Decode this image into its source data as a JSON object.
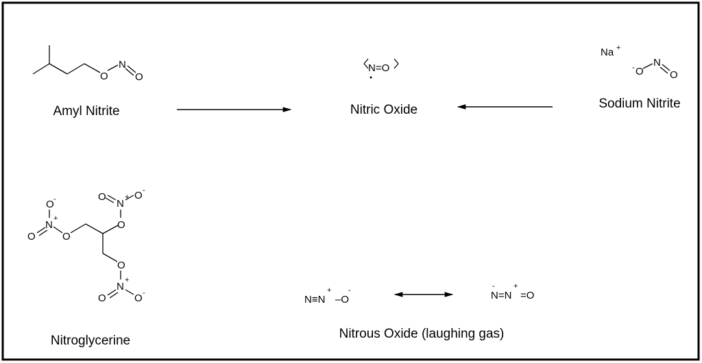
{
  "labels": {
    "amyl_nitrite": "Amyl Nitrite",
    "nitric_oxide": "Nitric Oxide",
    "sodium_nitrite": "Sodium Nitrite",
    "nitroglycerine": "Nitroglycerine",
    "nitrous_oxide": "Nitrous Oxide (laughing gas)"
  },
  "atoms": {
    "O": "O",
    "N": "N",
    "Na": "Na",
    "N_equiv_N": "N≡N",
    "N_eq_N": "N=N",
    "N_eq_O": "N=O",
    "dash_O": "–O",
    "eq_O": "=O"
  },
  "charges": {
    "plus": "+",
    "minus": "-"
  }
}
